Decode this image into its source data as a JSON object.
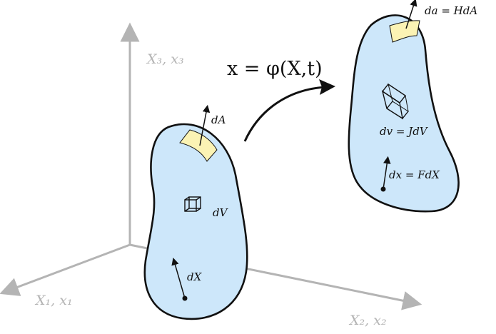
{
  "axes": {
    "x1_label": "X₁, x₁",
    "x2_label": "X₂, x₂",
    "x3_label": "X₃, x₃"
  },
  "reference_body": {
    "area_label": "dA",
    "volume_label": "dV",
    "line_label": "dX"
  },
  "current_body": {
    "area_label": "da = HdA",
    "volume_label": "dv = JdV",
    "line_label": "dx = FdX"
  },
  "mapping_label": "x = φ(X,t)",
  "colors": {
    "body_fill": "#cde7fa",
    "area_patch": "#fbf3b4",
    "axis": "#b4b4b4",
    "outline": "#111111"
  }
}
